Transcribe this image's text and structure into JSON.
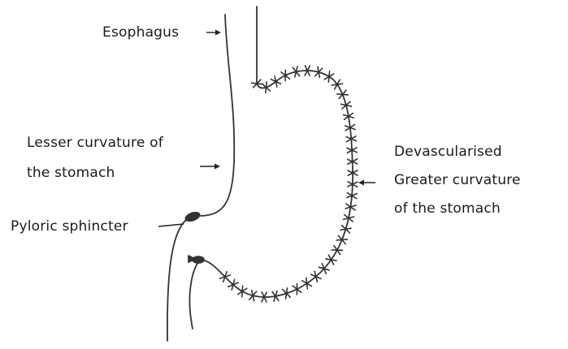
{
  "labels": {
    "esophagus": "Esophagus",
    "lesser_curvature_line1": "Lesser curvature of",
    "lesser_curvature_line2": "the stomach",
    "pyloric_sphincter": "Pyloric sphincter",
    "greater_curvature_line1": "Devascularised",
    "greater_curvature_line2": "Greater curvature",
    "greater_curvature_line3": "of the stomach"
  },
  "colors": {
    "stroke": "#333333",
    "text": "#1a1a1a",
    "background": "#ffffff"
  }
}
